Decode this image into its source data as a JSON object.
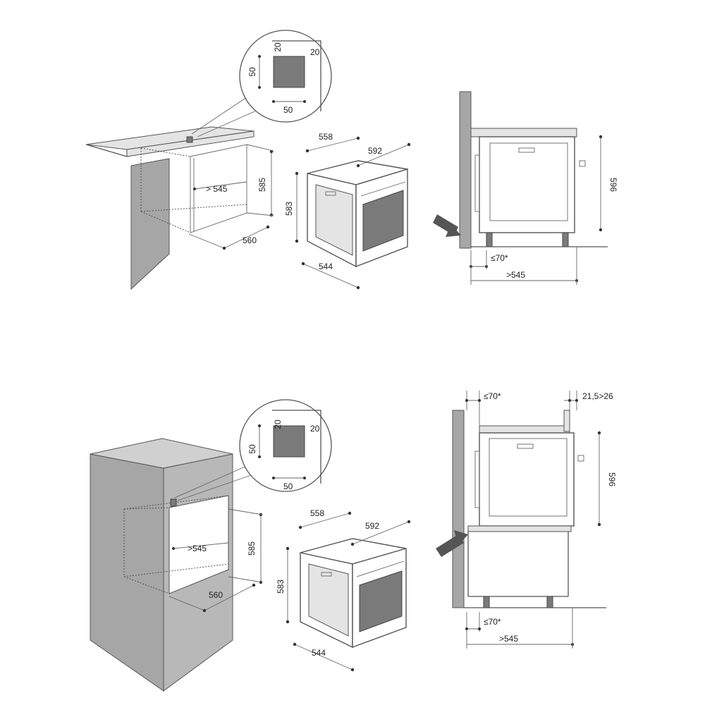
{
  "colors": {
    "wall_fill": "#a6a6a6",
    "line": "#555555",
    "vent_fill": "#7a7a7a",
    "background": "#ffffff"
  },
  "panels": {
    "top_left": {
      "cutout": {
        "width": "50",
        "height": "50",
        "margin_top": "20",
        "margin_right": "20"
      },
      "niche": {
        "depth": "> 545",
        "height": "585",
        "width": "560"
      }
    },
    "top_middle": {
      "oven": {
        "width_top": "558",
        "depth": "592",
        "height": "583",
        "width_bottom": "544"
      }
    },
    "top_right": {
      "height": "596",
      "gap": "≤70*",
      "depth": ">545"
    },
    "bottom_left": {
      "cutout": {
        "width": "50",
        "height": "50",
        "margin_top": "20",
        "margin_right": "20"
      },
      "niche": {
        "depth": ">545",
        "height": "585",
        "width": "560"
      }
    },
    "bottom_middle": {
      "oven": {
        "width_top": "558",
        "depth": "592",
        "height": "583",
        "width_bottom": "544"
      }
    },
    "bottom_right": {
      "gap_top": "≤70*",
      "panel_thickness": "21,5>26",
      "height": "596",
      "gap_bottom": "≤70*",
      "depth": ">545"
    }
  }
}
